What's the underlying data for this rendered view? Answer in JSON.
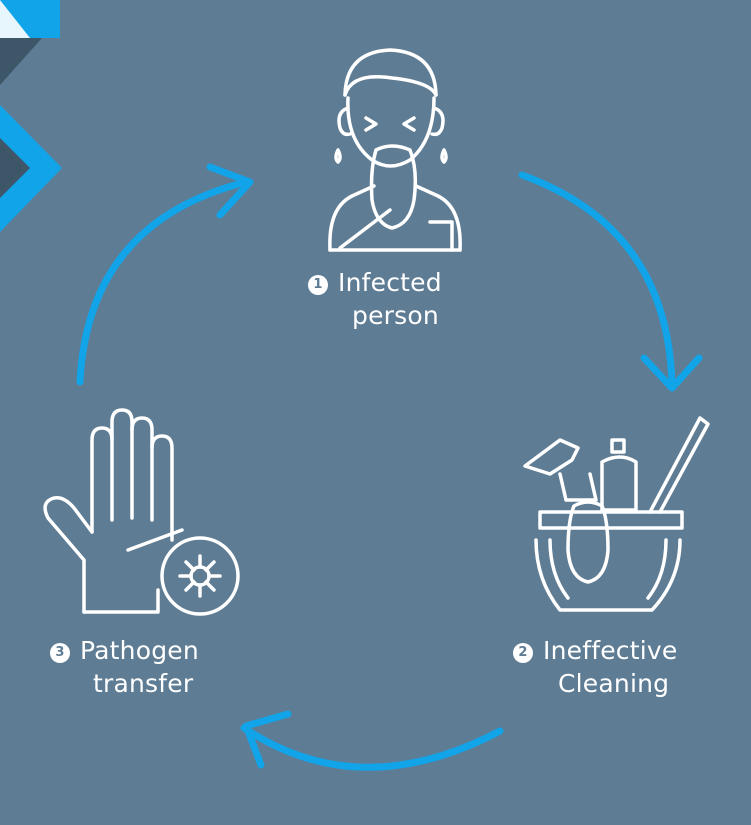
{
  "colors": {
    "background": "#5e7c94",
    "arrow": "#12a4e8",
    "icon_stroke": "#ffffff",
    "corner_dark": "#3d5668"
  },
  "steps": [
    {
      "number": "1",
      "line1": "Infected",
      "line2": "person",
      "icon": "sneezing-person-icon"
    },
    {
      "number": "2",
      "line1": "Ineffective",
      "line2": "Cleaning",
      "icon": "cleaning-bucket-icon"
    },
    {
      "number": "3",
      "line1": "Pathogen",
      "line2": "transfer",
      "icon": "hand-with-virus-icon"
    }
  ]
}
